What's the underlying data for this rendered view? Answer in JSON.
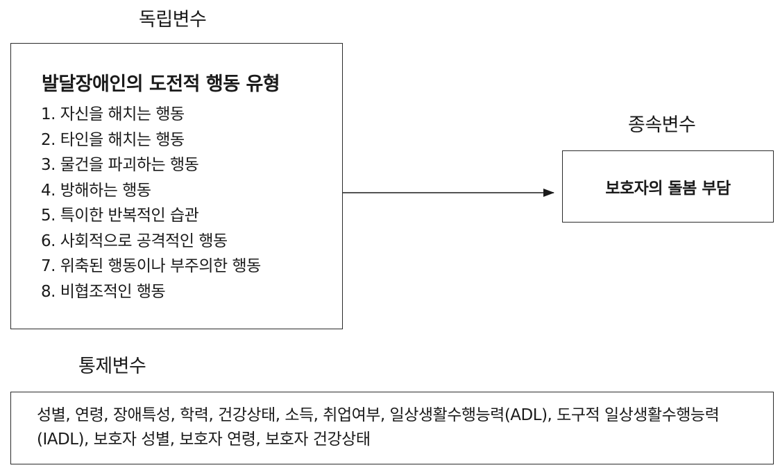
{
  "independent": {
    "label": "독립변수",
    "title": "발달장애인의 도전적 행동 유형",
    "items": [
      "1. 자신을 해치는 행동",
      "2. 타인을 해치는 행동",
      "3. 물건을 파괴하는 행동",
      "4. 방해하는 행동",
      "5. 특이한 반복적인 습관",
      "6. 사회적으로 공격적인 행동",
      "7. 위축된 행동이나 부주의한 행동",
      "8. 비협조적인 행동"
    ]
  },
  "dependent": {
    "label": "종속변수",
    "text": "보호자의 돌봄 부담"
  },
  "control": {
    "label": "통제변수",
    "text": "성별, 연령, 장애특성, 학력, 건강상태, 소득, 취업여부, 일상생활수행능력(ADL), 도구적 일상생활수행능력(IADL), 보호자 성별, 보호자 연령, 보호자 건강상태"
  }
}
